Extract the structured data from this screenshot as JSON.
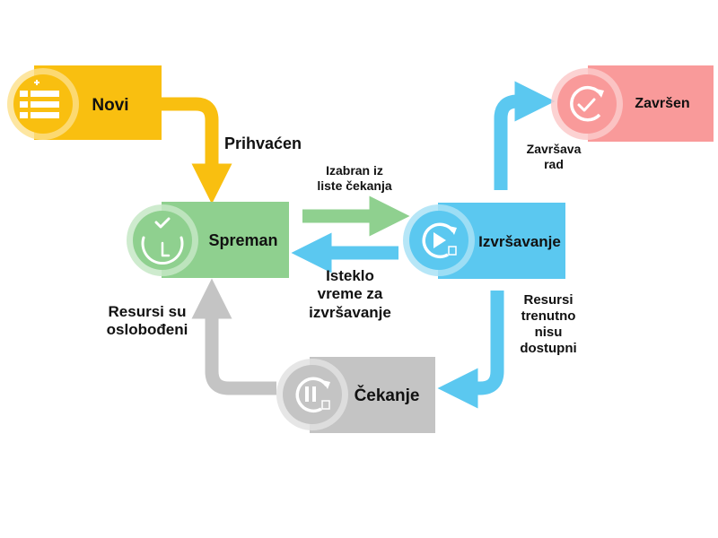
{
  "colors": {
    "novi": "#f9bf10",
    "novi_light": "#fde08a",
    "spreman": "#8fd08f",
    "spreman_light": "#c6e8c6",
    "izvrsavanje": "#5bc8f0",
    "izvrsavanje_light": "#a9e2f6",
    "zavrsen": "#f99a9a",
    "zavrsen_light": "#fccaca",
    "cekanje": "#c4c4c4",
    "cekanje_light": "#e2e2e2",
    "icon_fg": "#ffffff"
  },
  "states": {
    "novi": {
      "label": "Novi",
      "icon": "list-add-icon"
    },
    "spreman": {
      "label": "Spreman",
      "icon": "clock-check-icon"
    },
    "izvrsavanje": {
      "label": "Izvršavanje",
      "icon": "play-cycle-icon"
    },
    "zavrsen": {
      "label": "Završen",
      "icon": "cycle-check-icon"
    },
    "cekanje": {
      "label": "Čekanje",
      "icon": "pause-cycle-icon"
    }
  },
  "transitions": {
    "prihvacen": "Prihvaćen",
    "izabran": "Izabran iz\nliste čekanja",
    "isteklo": "Isteklo\nvreme za\nizvršavanje",
    "zavrsava": "Završava\nrad",
    "resursi_nisu": "Resursi\ntrenutno\nnisu\ndostupni",
    "resursi_oslobodjeni": "Resursi su\noslobođeni"
  }
}
